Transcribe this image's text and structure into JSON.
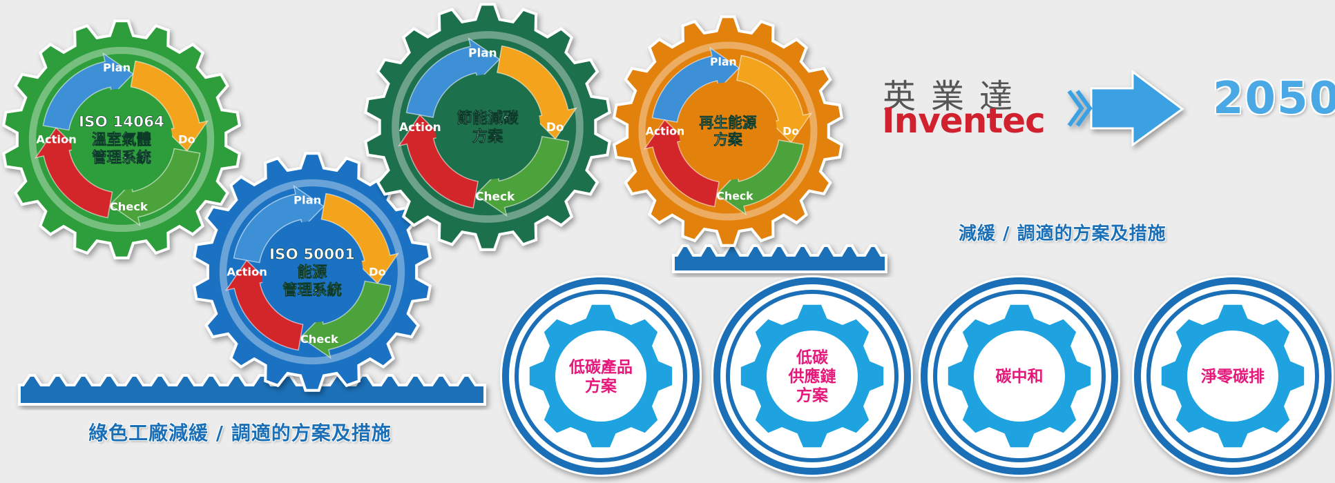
{
  "pdca_gears": [
    {
      "id": "iso14064",
      "color": "#2f9d3a",
      "title_lines": [
        "ISO 14064",
        "溫室氣體",
        "管理系統"
      ],
      "labels": {
        "plan": "Plan",
        "do": "Do",
        "check": "Check",
        "action": "Action"
      }
    },
    {
      "id": "iso50001",
      "color": "#1d72c2",
      "title_lines": [
        "ISO 50001",
        "能源",
        "管理系統"
      ],
      "labels": {
        "plan": "Plan",
        "do": "Do",
        "check": "Check",
        "action": "Action"
      }
    },
    {
      "id": "energy-saving",
      "color": "#1f6f4b",
      "title_lines": [
        "節能減碳",
        "方案"
      ],
      "labels": {
        "plan": "Plan",
        "do": "Do",
        "check": "Check",
        "action": "Action"
      }
    },
    {
      "id": "renewable",
      "color": "#e2820f",
      "title_lines": [
        "再生能源",
        "方案"
      ],
      "labels": {
        "plan": "Plan",
        "do": "Do",
        "check": "Check",
        "action": "Action"
      }
    }
  ],
  "goal_gears": [
    {
      "id": "low-carbon-product",
      "lines": [
        "低碳產品",
        "方案"
      ]
    },
    {
      "id": "low-carbon-supply-chain",
      "lines": [
        "低碳",
        "供應鏈",
        "方案"
      ]
    },
    {
      "id": "carbon-neutral",
      "lines": [
        "碳中和"
      ]
    },
    {
      "id": "net-zero",
      "lines": [
        "淨零碳排"
      ]
    }
  ],
  "captions": {
    "left": "綠色工廠減緩 / 調適的方案及措施",
    "right": "減緩 / 調適的方案及措施"
  },
  "logo": {
    "chinese": "英業達",
    "english": "Inventec"
  },
  "target_year": "2050",
  "colors": {
    "background": "#ececec",
    "accent_blue": "#1a6fb7",
    "light_blue": "#1fa3e0",
    "goal_text": "#e6177a",
    "logo_red": "#d1212e",
    "logo_grey": "#555555",
    "year_blue": "#4aa9e4",
    "arrow_plan": "#3d8fd6",
    "arrow_do": "#f3a41b",
    "arrow_check": "#4da33a",
    "arrow_action": "#d3262a"
  }
}
